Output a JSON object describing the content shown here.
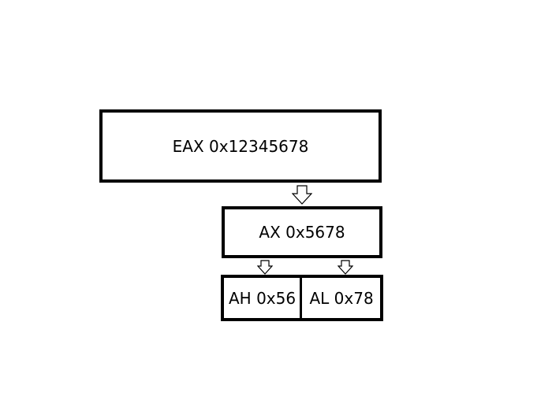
{
  "diagram": {
    "registers": {
      "eax": {
        "label": "EAX 0x12345678"
      },
      "ax": {
        "label": "AX 0x5678"
      },
      "ah": {
        "label": "AH 0x56"
      },
      "al": {
        "label": "AL 0x78"
      }
    },
    "icons": {
      "arrow": "arrow-down-icon"
    },
    "colors": {
      "stroke": "#000000",
      "background": "#ffffff"
    }
  }
}
